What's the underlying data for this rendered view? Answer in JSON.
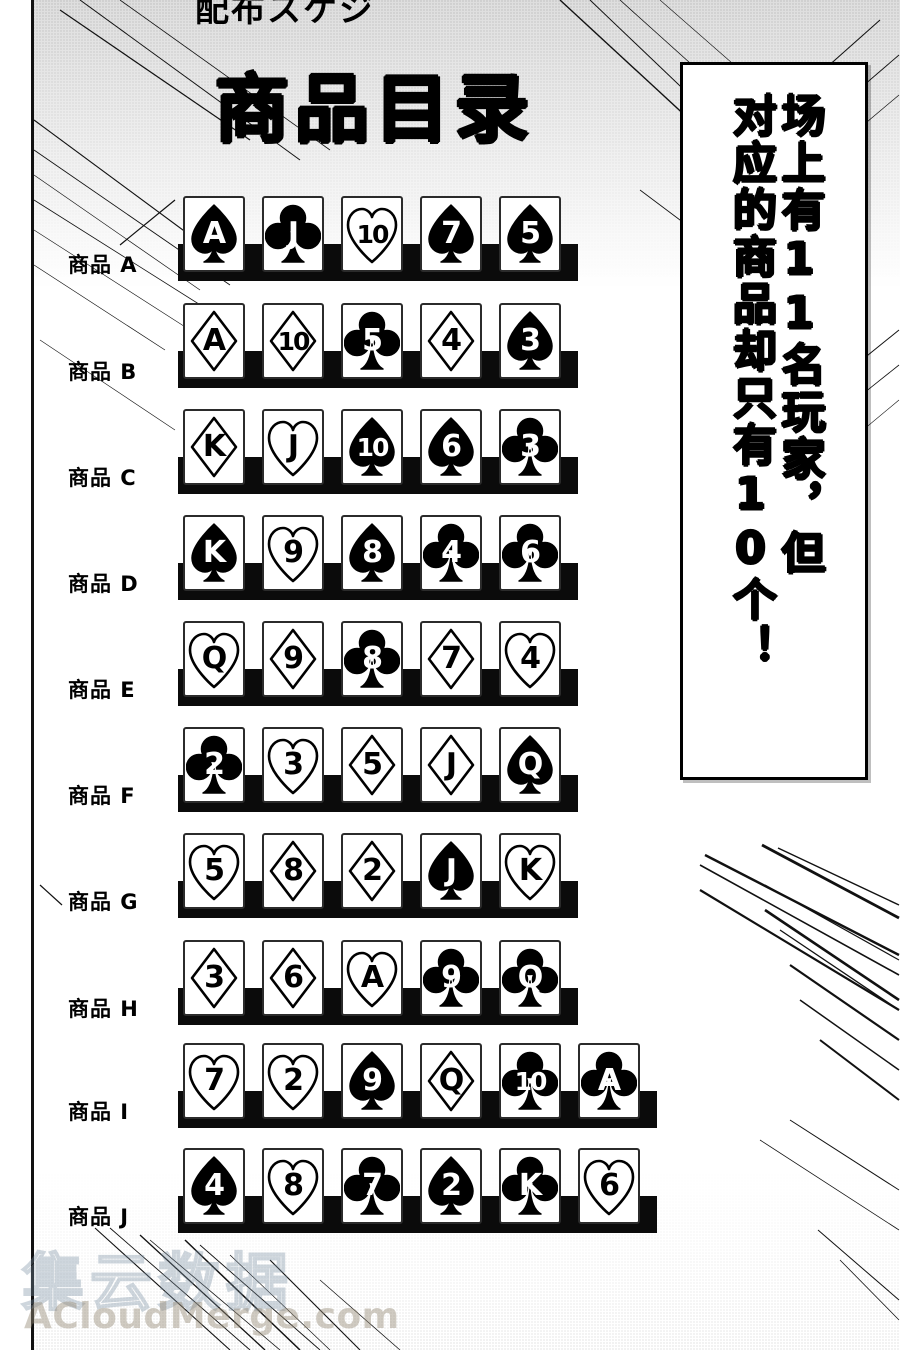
{
  "page": {
    "cutoff_text": "配布スケジ",
    "title": "商品目录",
    "watermark_cn": "集云数据",
    "watermark_en": "ACloudMerge.com"
  },
  "caption": {
    "line_right": "场上有11名玩家，但",
    "line_left": "对应的商品却只有10个！"
  },
  "shelves": [
    {
      "label": "商品 A",
      "cards": [
        {
          "rank": "A",
          "suit": "spade",
          "style": "filled"
        },
        {
          "rank": "J",
          "suit": "club",
          "style": "filled"
        },
        {
          "rank": "10",
          "suit": "heart",
          "style": "outline"
        },
        {
          "rank": "7",
          "suit": "spade",
          "style": "filled"
        },
        {
          "rank": "5",
          "suit": "spade",
          "style": "filled"
        }
      ]
    },
    {
      "label": "商品 B",
      "cards": [
        {
          "rank": "A",
          "suit": "diamond",
          "style": "outline"
        },
        {
          "rank": "10",
          "suit": "diamond",
          "style": "outline"
        },
        {
          "rank": "5",
          "suit": "club",
          "style": "filled"
        },
        {
          "rank": "4",
          "suit": "diamond",
          "style": "outline"
        },
        {
          "rank": "3",
          "suit": "spade",
          "style": "filled"
        }
      ]
    },
    {
      "label": "商品 C",
      "cards": [
        {
          "rank": "K",
          "suit": "diamond",
          "style": "outline"
        },
        {
          "rank": "J",
          "suit": "heart",
          "style": "outline"
        },
        {
          "rank": "10",
          "suit": "spade",
          "style": "filled"
        },
        {
          "rank": "6",
          "suit": "spade",
          "style": "filled"
        },
        {
          "rank": "3",
          "suit": "club",
          "style": "filled"
        }
      ]
    },
    {
      "label": "商品 D",
      "cards": [
        {
          "rank": "K",
          "suit": "spade",
          "style": "filled"
        },
        {
          "rank": "9",
          "suit": "heart",
          "style": "outline"
        },
        {
          "rank": "8",
          "suit": "spade",
          "style": "filled"
        },
        {
          "rank": "4",
          "suit": "club",
          "style": "filled"
        },
        {
          "rank": "6",
          "suit": "club",
          "style": "filled"
        }
      ]
    },
    {
      "label": "商品 E",
      "cards": [
        {
          "rank": "Q",
          "suit": "heart",
          "style": "outline"
        },
        {
          "rank": "9",
          "suit": "diamond",
          "style": "outline"
        },
        {
          "rank": "8",
          "suit": "club",
          "style": "filled"
        },
        {
          "rank": "7",
          "suit": "diamond",
          "style": "outline"
        },
        {
          "rank": "4",
          "suit": "heart",
          "style": "outline"
        }
      ]
    },
    {
      "label": "商品 F",
      "cards": [
        {
          "rank": "2",
          "suit": "club",
          "style": "filled"
        },
        {
          "rank": "3",
          "suit": "heart",
          "style": "outline"
        },
        {
          "rank": "5",
          "suit": "diamond",
          "style": "outline"
        },
        {
          "rank": "J",
          "suit": "diamond",
          "style": "outline"
        },
        {
          "rank": "Q",
          "suit": "spade",
          "style": "filled"
        }
      ]
    },
    {
      "label": "商品 G",
      "cards": [
        {
          "rank": "5",
          "suit": "heart",
          "style": "outline"
        },
        {
          "rank": "8",
          "suit": "diamond",
          "style": "outline"
        },
        {
          "rank": "2",
          "suit": "diamond",
          "style": "outline"
        },
        {
          "rank": "J",
          "suit": "spade",
          "style": "filled"
        },
        {
          "rank": "K",
          "suit": "heart",
          "style": "outline"
        }
      ]
    },
    {
      "label": "商品 H",
      "cards": [
        {
          "rank": "3",
          "suit": "diamond",
          "style": "outline"
        },
        {
          "rank": "6",
          "suit": "diamond",
          "style": "outline"
        },
        {
          "rank": "A",
          "suit": "heart",
          "style": "outline"
        },
        {
          "rank": "9",
          "suit": "club",
          "style": "filled"
        },
        {
          "rank": "Q",
          "suit": "club",
          "style": "filled"
        }
      ]
    },
    {
      "label": "商品 I",
      "cards": [
        {
          "rank": "7",
          "suit": "heart",
          "style": "outline"
        },
        {
          "rank": "2",
          "suit": "heart",
          "style": "outline"
        },
        {
          "rank": "9",
          "suit": "spade",
          "style": "filled"
        },
        {
          "rank": "Q",
          "suit": "diamond",
          "style": "outline"
        },
        {
          "rank": "10",
          "suit": "club",
          "style": "filled"
        },
        {
          "rank": "A",
          "suit": "club",
          "style": "filled"
        }
      ]
    },
    {
      "label": "商品 J",
      "cards": [
        {
          "rank": "4",
          "suit": "spade",
          "style": "filled"
        },
        {
          "rank": "8",
          "suit": "heart",
          "style": "outline"
        },
        {
          "rank": "7",
          "suit": "club",
          "style": "filled"
        },
        {
          "rank": "2",
          "suit": "spade",
          "style": "filled"
        },
        {
          "rank": "K",
          "suit": "club",
          "style": "filled"
        },
        {
          "rank": "6",
          "suit": "heart",
          "style": "outline"
        }
      ]
    }
  ],
  "colors": {
    "ink": "#000000",
    "paper": "#ffffff",
    "shelf": "#0b0b0b"
  }
}
